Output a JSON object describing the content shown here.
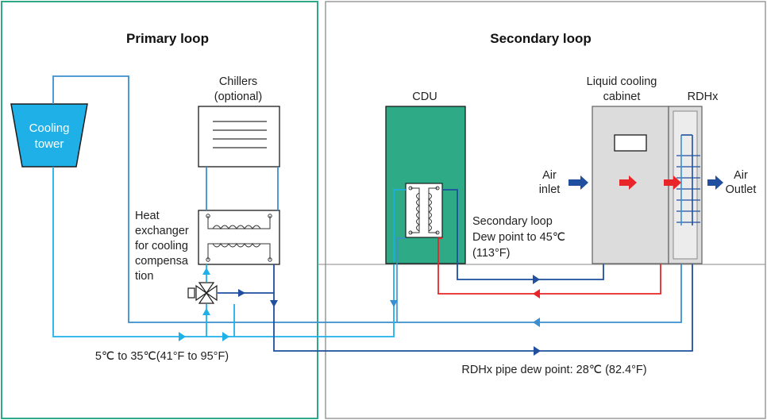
{
  "primary": {
    "title": "Primary loop",
    "cooling_tower": [
      "Cooling",
      "tower"
    ],
    "chillers": [
      "Chillers",
      "(optional)"
    ],
    "heat_exchanger": [
      "Heat",
      "exchanger",
      "for cooling",
      "compensa",
      "tion"
    ],
    "temp_range": "5℃ to 35℃(41°F to 95°F)"
  },
  "secondary": {
    "title": "Secondary loop",
    "cdu": "CDU",
    "cabinet": [
      "Liquid cooling",
      "cabinet"
    ],
    "rdhx": "RDHx",
    "air_inlet": [
      "Air",
      "inlet"
    ],
    "air_outlet": [
      "Air",
      "Outlet"
    ],
    "dew_note": [
      "Secondary loop",
      "Dew point to 45℃",
      "(113°F)"
    ],
    "rdhx_dew": "RDHx pipe dew point: 28℃ (82.4°F)"
  },
  "colors": {
    "primary_border": "#2fa88a",
    "secondary_border": "#9a9a9a",
    "light_blue": "#1fb0e8",
    "mid_blue": "#3a8fd0",
    "dark_blue": "#1f4f9e",
    "red": "#e8262a",
    "cdu_fill": "#2eaa86",
    "cabinet_fill": "#dcdcdc"
  }
}
